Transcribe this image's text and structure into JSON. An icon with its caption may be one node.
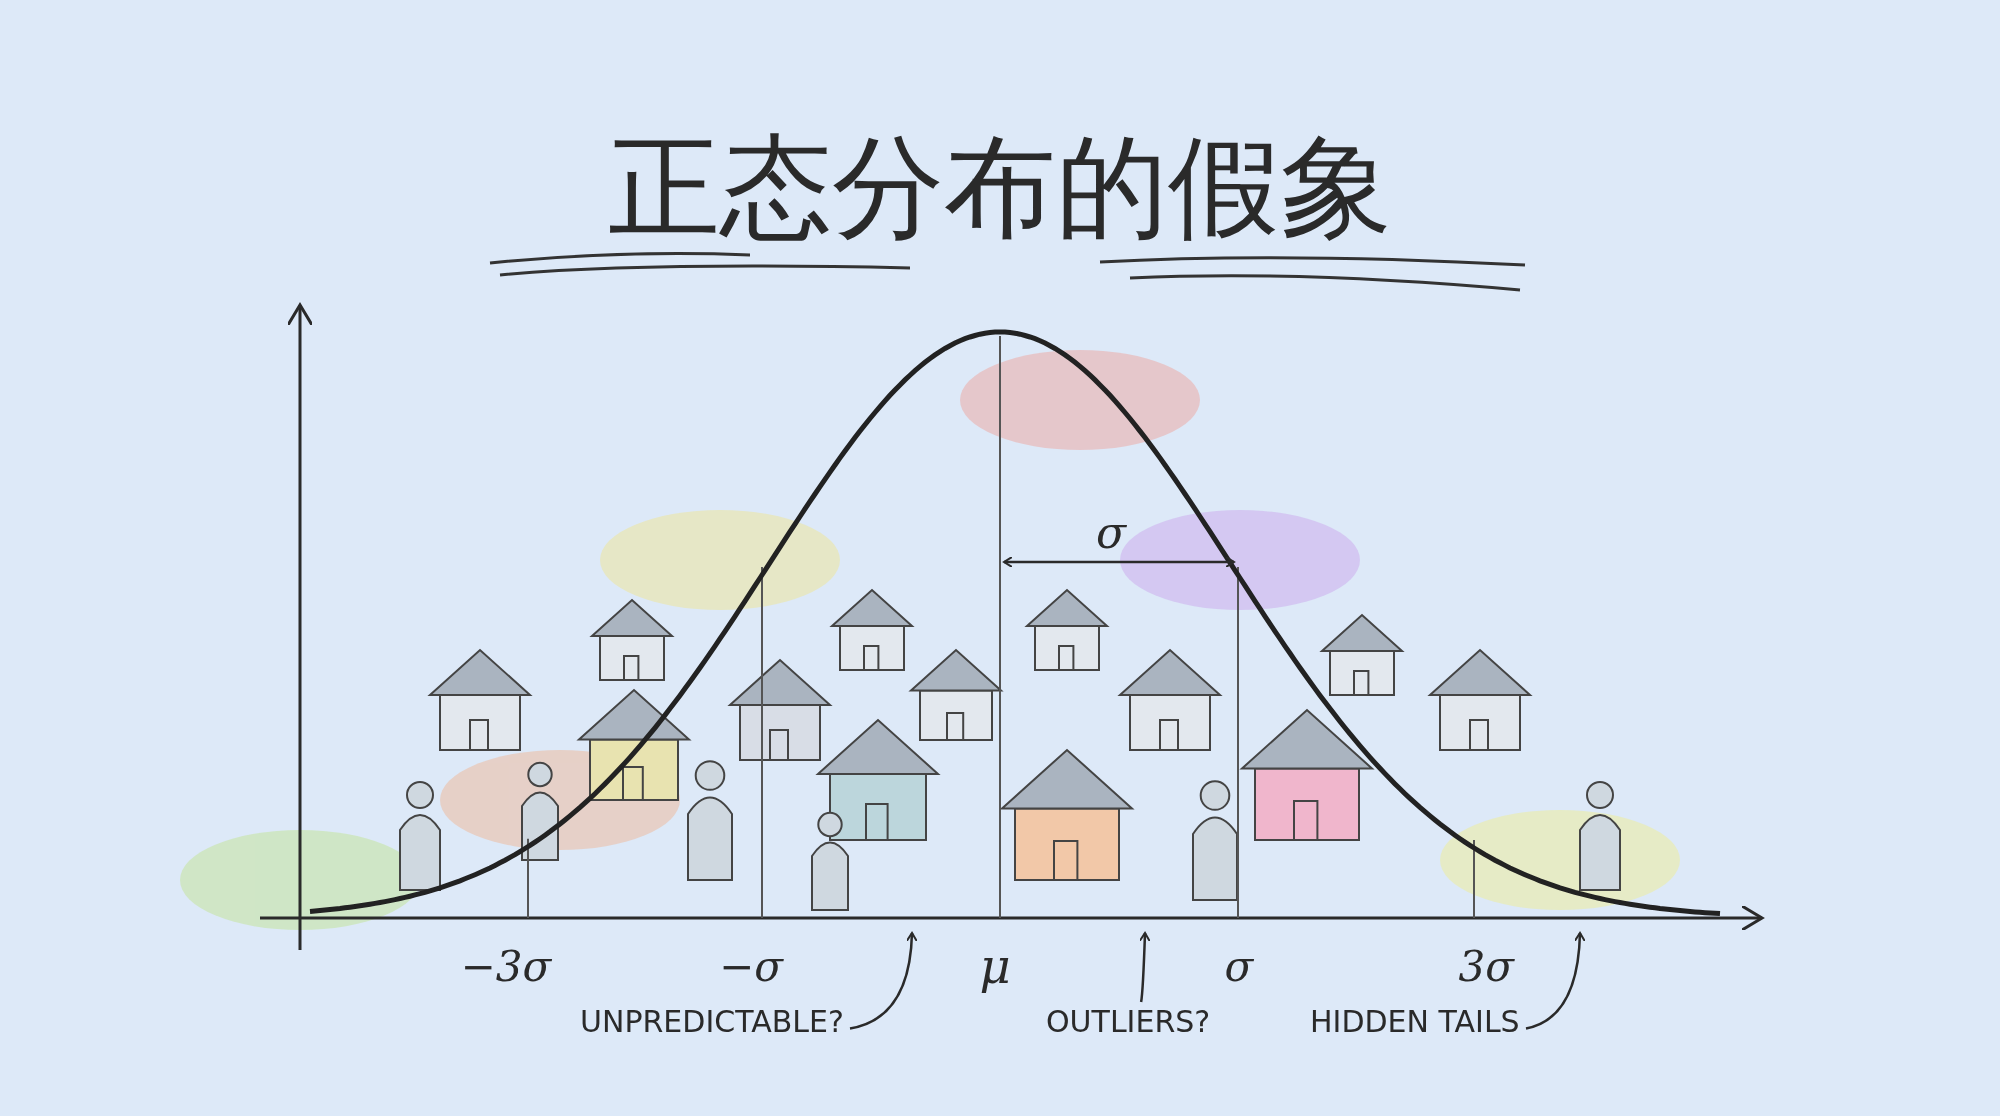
{
  "diagram": {
    "title": "正态分布的假象",
    "nodes": [
      {
        "text": [
          "UNPREDICTABLE?"
        ]
      },
      {
        "text": [
          "OUTLIERS?"
        ]
      },
      {
        "text": [
          "HIDDEN TAILS"
        ]
      },
      {
        "text": [],
        "shape": "line"
      }
    ],
    "edges": [
      {
        "from": 0,
        "to": 3,
        "arrow": "to"
      },
      {
        "from": 1,
        "to": 3,
        "arrow": "to"
      },
      {
        "from": 2,
        "to": 3,
        "arrow": "to"
      }
    ],
    "labels": [
      "σ",
      "−3σ",
      "−σ",
      "μ",
      "σ",
      "3σ"
    ]
  }
}
